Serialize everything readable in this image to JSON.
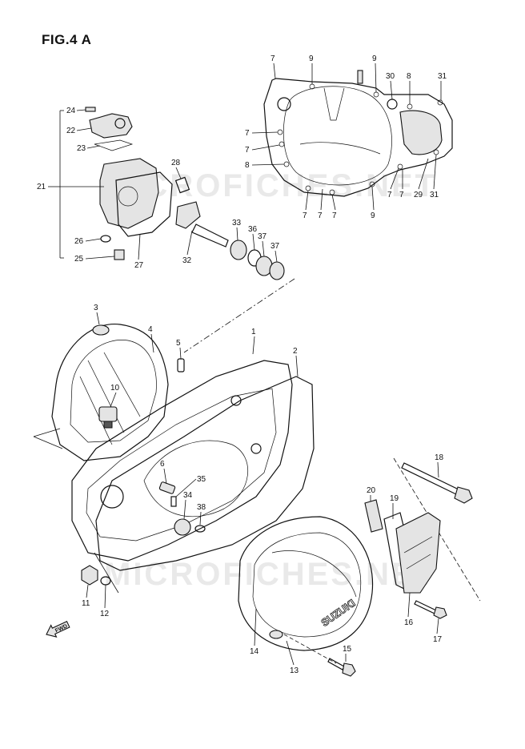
{
  "figure": {
    "title": "FIG.4 A"
  },
  "watermark": {
    "text_top": "MICROFICHES.NET",
    "text_bottom": "MICROFICHES.NET"
  },
  "cover_logo": "SUZUKI",
  "fwd_marker": "FWD",
  "callouts": {
    "c1": "1",
    "c2": "2",
    "c3": "3",
    "c4": "4",
    "c5": "5",
    "c6": "6",
    "c7a": "7",
    "c7b": "7",
    "c7c": "7",
    "c7d": "7",
    "c7e": "7",
    "c7f": "7",
    "c7g": "7",
    "c7h": "7",
    "c8a": "8",
    "c8b": "8",
    "c9a": "9",
    "c9b": "9",
    "c9c": "9",
    "c10": "10",
    "c11": "11",
    "c12": "12",
    "c13": "13",
    "c14": "14",
    "c15": "15",
    "c16": "16",
    "c17": "17",
    "c18": "18",
    "c19": "19",
    "c20": "20",
    "c21": "21",
    "c22": "22",
    "c23": "23",
    "c24": "24",
    "c25": "25",
    "c26": "26",
    "c27": "27",
    "c28": "28",
    "c29": "29",
    "c30": "30",
    "c31a": "31",
    "c31b": "31",
    "c32": "32",
    "c33": "33",
    "c34": "34",
    "c35": "35",
    "c36": "36",
    "c37a": "37",
    "c37b": "37",
    "c38": "38"
  }
}
